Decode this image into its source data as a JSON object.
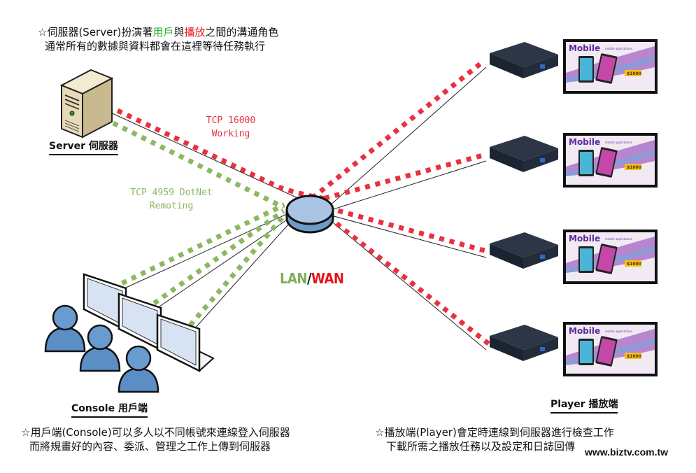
{
  "server": {
    "description": [
      [
        "☆伺服器(Server)扮演著",
        "用戶",
        "與",
        "播放",
        "之間的溝通角色"
      ],
      "通常所有的數據與資料都會在這裡等待任務執行"
    ],
    "label": "Server 伺服器",
    "icon": "server-tower-icon"
  },
  "protocols": {
    "working": {
      "line1": "TCP 16000",
      "line2": "Working",
      "color": "#e8313f"
    },
    "remoting": {
      "line1": "TCP 4959 DotNet",
      "line2": "Remoting",
      "color": "#8db862"
    }
  },
  "network": {
    "lan": "LAN",
    "slash": "/",
    "wan": "WAN",
    "lan_color": "#7fae57",
    "wan_color": "#e5161c",
    "icon": "router-hub-icon"
  },
  "console": {
    "label": "Console 用戶端",
    "description": [
      "☆用戶端(Console)可以多人以不同帳號來連線登入伺服器",
      "而將規畫好的內容、委派、管理之工作上傳到伺服器"
    ],
    "count": 3
  },
  "player": {
    "label": "Player 播放端",
    "description": [
      "☆播放端(Player)會定時連線到伺服器進行檢查工作",
      "下載所需之播放任務以及設定和日誌回傳"
    ],
    "count": 4,
    "screen": {
      "title": "Mobile",
      "subtitle": "mobile applications",
      "price": "$1000"
    }
  },
  "colors": {
    "highlight_user": "#2db52d",
    "highlight_player": "#e5161c",
    "red_dots": "#e8313f",
    "green_dots": "#8db862"
  },
  "footer": {
    "url": "www.biztv.com.tw"
  }
}
